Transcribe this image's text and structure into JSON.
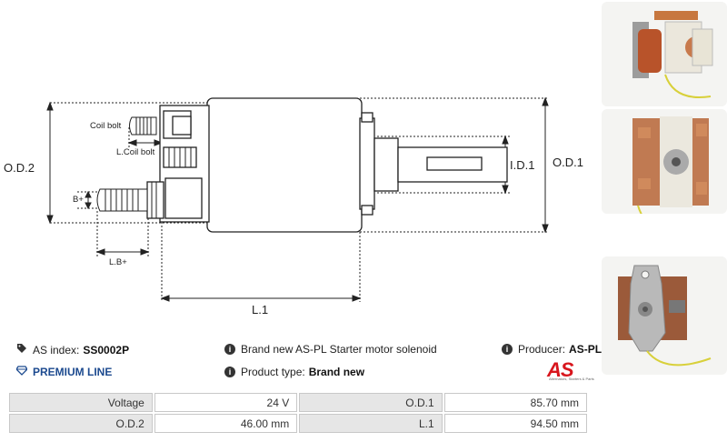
{
  "drawing": {
    "labels": {
      "od2": "O.D.2",
      "od1": "O.D.1",
      "id1": "I.D.1",
      "l1": "L.1",
      "coil_bolt": "Coil bolt",
      "l_coil_bolt": "L.Coil bolt",
      "b_plus": "B+",
      "lb_plus": "L.B+"
    }
  },
  "info": {
    "as_index_label": "AS index:",
    "as_index_value": "SS0002P",
    "premium_line": "PREMIUM LINE",
    "description": "Brand new AS-PL Starter motor solenoid",
    "product_type_label": "Product type:",
    "product_type_value": "Brand new",
    "producer_label": "Producer:",
    "producer_value": "AS-PL"
  },
  "logo": {
    "text": "AS",
    "subtitle": "Alternators, Starters & Parts"
  },
  "specs": [
    {
      "l1": "Voltage",
      "v1": "24 V",
      "l2": "O.D.1",
      "v2": "85.70 mm"
    },
    {
      "l1": "O.D.2",
      "v1": "46.00 mm",
      "l2": "L.1",
      "v2": "94.50 mm"
    }
  ],
  "colors": {
    "premium": "#1c4a8f",
    "logo_red": "#d8161d"
  }
}
